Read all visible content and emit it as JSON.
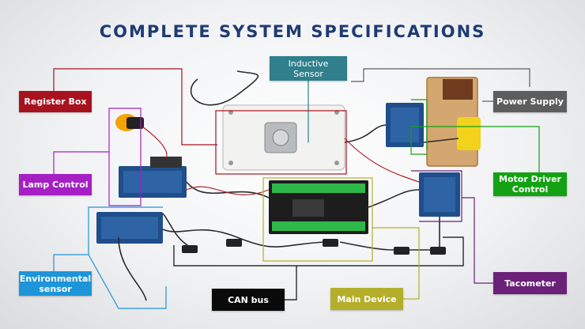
{
  "title": "COMPLETE SYSTEM SPECIFICATIONS",
  "labels": {
    "register_box": "Register Box",
    "inductive_sensor": "Inductive\nSensor",
    "power_supply": "Power Supply",
    "lamp_control": "Lamp Control",
    "motor_driver_control": "Motor Driver\nControl",
    "environmental_sensor": "Environmental\nsensor",
    "tacometer": "Tacometer",
    "can_bus": "CAN bus",
    "main_device": "Main Device"
  },
  "colors": {
    "register_box": "#a8121f",
    "inductive_sensor": "#2f7f8c",
    "power_supply": "#5d5d5d",
    "lamp_control": "#a51fc4",
    "motor_driver_control": "#14a214",
    "environmental_sensor": "#1e95d8",
    "tacometer": "#6b2079",
    "can_bus": "#0a0a0a",
    "main_device": "#b5ae2a",
    "title": "#1f3b73"
  }
}
